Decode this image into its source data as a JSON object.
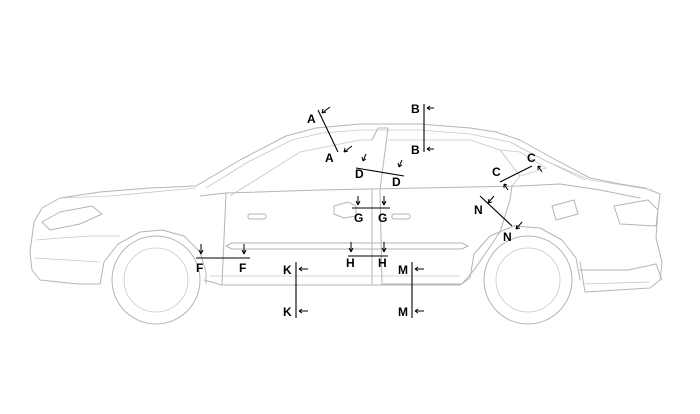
{
  "section_labels": {
    "A": "A",
    "B": "B",
    "C": "C",
    "D": "D",
    "F": "F",
    "G": "G",
    "H": "H",
    "K": "K",
    "M": "M",
    "N": "N"
  },
  "colors": {
    "car_outline": "#b5b5b5",
    "section_lines": "#000000",
    "background": "#ffffff"
  }
}
